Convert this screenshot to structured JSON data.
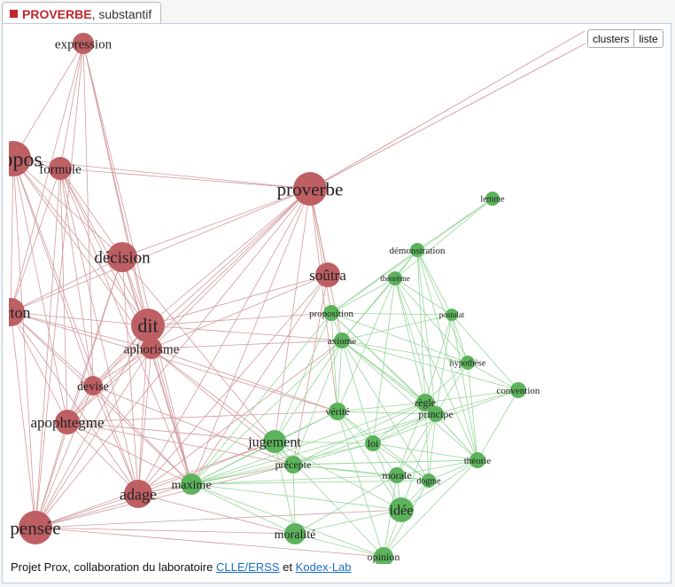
{
  "header": {
    "word": "PROVERBE",
    "category": ", substantif"
  },
  "view_switch": {
    "clusters": "clusters",
    "list": "liste"
  },
  "credit": {
    "prefix": "Projet Prox, collaboration du laboratoire",
    "link1": "CLLE/ERSS",
    "middle": "et",
    "link2": "Kodex·Lab"
  },
  "colors": {
    "red_node": "#bd5f63",
    "green_node": "#5cb35c",
    "red_edge": "#d29a9c",
    "green_edge": "#98d69a"
  },
  "graph": {
    "nodes": [
      {
        "id": "expression",
        "label": "expression",
        "group": "red"
      },
      {
        "id": "propos",
        "label": "propos",
        "group": "red"
      },
      {
        "id": "formule",
        "label": "formule",
        "group": "red"
      },
      {
        "id": "proverbe",
        "label": "proverbe",
        "group": "red"
      },
      {
        "id": "decision",
        "label": "décision",
        "group": "red"
      },
      {
        "id": "soutra",
        "label": "soûtra",
        "group": "red"
      },
      {
        "id": "dicton",
        "label": "dicton",
        "group": "red"
      },
      {
        "id": "dit",
        "label": "dit",
        "group": "red"
      },
      {
        "id": "aphorisme",
        "label": "aphorisme",
        "group": "red"
      },
      {
        "id": "devise",
        "label": "devise",
        "group": "red"
      },
      {
        "id": "apophtegme",
        "label": "apophtegme",
        "group": "red"
      },
      {
        "id": "adage",
        "label": "adage",
        "group": "red"
      },
      {
        "id": "pensee",
        "label": "pensée",
        "group": "red"
      },
      {
        "id": "lemme",
        "label": "lemme",
        "group": "green"
      },
      {
        "id": "demonstration",
        "label": "démonstration",
        "group": "green"
      },
      {
        "id": "theoreme",
        "label": "théorème",
        "group": "green"
      },
      {
        "id": "proposition",
        "label": "proposition",
        "group": "green"
      },
      {
        "id": "postulat",
        "label": "postulat",
        "group": "green"
      },
      {
        "id": "axiome",
        "label": "axiome",
        "group": "green"
      },
      {
        "id": "hypothese",
        "label": "hypothèse",
        "group": "green"
      },
      {
        "id": "convention",
        "label": "convention",
        "group": "green"
      },
      {
        "id": "regle",
        "label": "règle",
        "group": "green"
      },
      {
        "id": "principe",
        "label": "principe",
        "group": "green"
      },
      {
        "id": "verite",
        "label": "vérité",
        "group": "green"
      },
      {
        "id": "jugement",
        "label": "jugement",
        "group": "green"
      },
      {
        "id": "loi",
        "label": "loi",
        "group": "green"
      },
      {
        "id": "theorie",
        "label": "théorie",
        "group": "green"
      },
      {
        "id": "precepte",
        "label": "précepte",
        "group": "green"
      },
      {
        "id": "maxime",
        "label": "maxime",
        "group": "green"
      },
      {
        "id": "morale",
        "label": "morale",
        "group": "green"
      },
      {
        "id": "dogme",
        "label": "dogme",
        "group": "green"
      },
      {
        "id": "idee",
        "label": "idée",
        "group": "green"
      },
      {
        "id": "moralite",
        "label": "moralité",
        "group": "green"
      },
      {
        "id": "opinion",
        "label": "opinion",
        "group": "green"
      }
    ],
    "edges": [
      [
        "expression",
        "formule"
      ],
      [
        "expression",
        "propos"
      ],
      [
        "expression",
        "aphorisme"
      ],
      [
        "expression",
        "maxime"
      ],
      [
        "expression",
        "dit"
      ],
      [
        "expression",
        "devise"
      ],
      [
        "expression",
        "pensee"
      ],
      [
        "expression",
        "dicton"
      ],
      [
        "propos",
        "formule"
      ],
      [
        "propos",
        "proverbe"
      ],
      [
        "propos",
        "decision"
      ],
      [
        "propos",
        "dit"
      ],
      [
        "propos",
        "aphorisme"
      ],
      [
        "propos",
        "apophtegme"
      ],
      [
        "propos",
        "pensee"
      ],
      [
        "propos",
        "devise"
      ],
      [
        "propos",
        "adage"
      ],
      [
        "propos",
        "dicton"
      ],
      [
        "formule",
        "proverbe"
      ],
      [
        "formule",
        "aphorisme"
      ],
      [
        "formule",
        "maxime"
      ],
      [
        "formule",
        "dit"
      ],
      [
        "formule",
        "adage"
      ],
      [
        "formule",
        "apophtegme"
      ],
      [
        "formule",
        "devise"
      ],
      [
        "formule",
        "decision"
      ],
      [
        "formule",
        "pensee"
      ],
      [
        "formule",
        "dicton"
      ],
      [
        "proverbe",
        "dit"
      ],
      [
        "proverbe",
        "aphorisme"
      ],
      [
        "proverbe",
        "adage"
      ],
      [
        "proverbe",
        "maxime"
      ],
      [
        "proverbe",
        "soutra"
      ],
      [
        "proverbe",
        "devise"
      ],
      [
        "proverbe",
        "apophtegme"
      ],
      [
        "proverbe",
        "pensee"
      ],
      [
        "proverbe",
        "dicton"
      ],
      [
        "proverbe",
        "decision"
      ],
      [
        "proverbe",
        "axiome"
      ],
      [
        "proverbe",
        "proposition"
      ],
      [
        "proverbe",
        "verite"
      ],
      [
        "proverbe",
        "jugement"
      ],
      [
        "decision",
        "dit"
      ],
      [
        "decision",
        "aphorisme"
      ],
      [
        "decision",
        "adage"
      ],
      [
        "decision",
        "pensee"
      ],
      [
        "decision",
        "jugement"
      ],
      [
        "decision",
        "dicton"
      ],
      [
        "decision",
        "maxime"
      ],
      [
        "decision",
        "apophtegme"
      ],
      [
        "soutra",
        "aphorisme"
      ],
      [
        "soutra",
        "maxime"
      ],
      [
        "soutra",
        "dit"
      ],
      [
        "soutra",
        "adage"
      ],
      [
        "soutra",
        "precepte"
      ],
      [
        "dicton",
        "dit"
      ],
      [
        "dicton",
        "aphorisme"
      ],
      [
        "dicton",
        "devise"
      ],
      [
        "dicton",
        "apophtegme"
      ],
      [
        "dicton",
        "adage"
      ],
      [
        "dicton",
        "maxime"
      ],
      [
        "dicton",
        "pensee"
      ],
      [
        "dicton",
        "verite"
      ],
      [
        "dit",
        "aphorisme"
      ],
      [
        "dit",
        "adage"
      ],
      [
        "dit",
        "apophtegme"
      ],
      [
        "dit",
        "devise"
      ],
      [
        "dit",
        "pensee"
      ],
      [
        "dit",
        "maxime"
      ],
      [
        "dit",
        "proposition"
      ],
      [
        "dit",
        "axiome"
      ],
      [
        "aphorisme",
        "devise"
      ],
      [
        "aphorisme",
        "apophtegme"
      ],
      [
        "aphorisme",
        "adage"
      ],
      [
        "aphorisme",
        "maxime"
      ],
      [
        "aphorisme",
        "pensee"
      ],
      [
        "aphorisme",
        "axiome"
      ],
      [
        "aphorisme",
        "precepte"
      ],
      [
        "aphorisme",
        "verite"
      ],
      [
        "aphorisme",
        "jugement"
      ],
      [
        "devise",
        "apophtegme"
      ],
      [
        "devise",
        "adage"
      ],
      [
        "devise",
        "maxime"
      ],
      [
        "devise",
        "pensee"
      ],
      [
        "devise",
        "precepte"
      ],
      [
        "apophtegme",
        "adage"
      ],
      [
        "apophtegme",
        "maxime"
      ],
      [
        "apophtegme",
        "pensee"
      ],
      [
        "apophtegme",
        "jugement"
      ],
      [
        "apophtegme",
        "verite"
      ],
      [
        "apophtegme",
        "precepte"
      ],
      [
        "adage",
        "maxime"
      ],
      [
        "adage",
        "pensee"
      ],
      [
        "adage",
        "precepte"
      ],
      [
        "adage",
        "axiome"
      ],
      [
        "adage",
        "jugement"
      ],
      [
        "adage",
        "moralite"
      ],
      [
        "pensee",
        "maxime"
      ],
      [
        "pensee",
        "jugement"
      ],
      [
        "pensee",
        "idee"
      ],
      [
        "pensee",
        "moralite"
      ],
      [
        "pensee",
        "opinion"
      ],
      [
        "pensee",
        "precepte"
      ],
      [
        "lemme",
        "demonstration"
      ],
      [
        "lemme",
        "theoreme"
      ],
      [
        "lemme",
        "proposition"
      ],
      [
        "demonstration",
        "theoreme"
      ],
      [
        "demonstration",
        "postulat"
      ],
      [
        "demonstration",
        "axiome"
      ],
      [
        "demonstration",
        "proposition"
      ],
      [
        "demonstration",
        "principe"
      ],
      [
        "demonstration",
        "hypothese"
      ],
      [
        "demonstration",
        "theorie"
      ],
      [
        "demonstration",
        "regle"
      ],
      [
        "theoreme",
        "proposition"
      ],
      [
        "theoreme",
        "axiome"
      ],
      [
        "theoreme",
        "postulat"
      ],
      [
        "theoreme",
        "principe"
      ],
      [
        "theoreme",
        "regle"
      ],
      [
        "theoreme",
        "verite"
      ],
      [
        "theoreme",
        "loi"
      ],
      [
        "theoreme",
        "theorie"
      ],
      [
        "theoreme",
        "hypothese"
      ],
      [
        "proposition",
        "axiome"
      ],
      [
        "proposition",
        "postulat"
      ],
      [
        "proposition",
        "verite"
      ],
      [
        "proposition",
        "jugement"
      ],
      [
        "proposition",
        "principe"
      ],
      [
        "proposition",
        "hypothese"
      ],
      [
        "proposition",
        "maxime"
      ],
      [
        "proposition",
        "regle"
      ],
      [
        "postulat",
        "axiome"
      ],
      [
        "postulat",
        "hypothese"
      ],
      [
        "postulat",
        "principe"
      ],
      [
        "postulat",
        "convention"
      ],
      [
        "postulat",
        "regle"
      ],
      [
        "postulat",
        "theorie"
      ],
      [
        "axiome",
        "hypothese"
      ],
      [
        "axiome",
        "principe"
      ],
      [
        "axiome",
        "regle"
      ],
      [
        "axiome",
        "verite"
      ],
      [
        "axiome",
        "loi"
      ],
      [
        "axiome",
        "maxime"
      ],
      [
        "axiome",
        "precepte"
      ],
      [
        "axiome",
        "jugement"
      ],
      [
        "axiome",
        "theorie"
      ],
      [
        "axiome",
        "dogme"
      ],
      [
        "axiome",
        "convention"
      ],
      [
        "hypothese",
        "convention"
      ],
      [
        "hypothese",
        "principe"
      ],
      [
        "hypothese",
        "theorie"
      ],
      [
        "hypothese",
        "regle"
      ],
      [
        "convention",
        "regle"
      ],
      [
        "convention",
        "principe"
      ],
      [
        "convention",
        "theorie"
      ],
      [
        "convention",
        "loi"
      ],
      [
        "regle",
        "principe"
      ],
      [
        "regle",
        "loi"
      ],
      [
        "regle",
        "theorie"
      ],
      [
        "regle",
        "maxime"
      ],
      [
        "regle",
        "precepte"
      ],
      [
        "regle",
        "dogme"
      ],
      [
        "regle",
        "morale"
      ],
      [
        "regle",
        "verite"
      ],
      [
        "principe",
        "loi"
      ],
      [
        "principe",
        "theorie"
      ],
      [
        "principe",
        "maxime"
      ],
      [
        "principe",
        "dogme"
      ],
      [
        "principe",
        "idee"
      ],
      [
        "principe",
        "morale"
      ],
      [
        "principe",
        "verite"
      ],
      [
        "principe",
        "precepte"
      ],
      [
        "verite",
        "jugement"
      ],
      [
        "verite",
        "loi"
      ],
      [
        "verite",
        "maxime"
      ],
      [
        "verite",
        "idee"
      ],
      [
        "verite",
        "dogme"
      ],
      [
        "verite",
        "principe"
      ],
      [
        "verite",
        "opinion"
      ],
      [
        "jugement",
        "maxime"
      ],
      [
        "jugement",
        "precepte"
      ],
      [
        "jugement",
        "opinion"
      ],
      [
        "jugement",
        "idee"
      ],
      [
        "jugement",
        "moralite"
      ],
      [
        "jugement",
        "loi"
      ],
      [
        "loi",
        "theorie"
      ],
      [
        "loi",
        "maxime"
      ],
      [
        "loi",
        "precepte"
      ],
      [
        "loi",
        "dogme"
      ],
      [
        "loi",
        "morale"
      ],
      [
        "loi",
        "idee"
      ],
      [
        "theorie",
        "dogme"
      ],
      [
        "theorie",
        "idee"
      ],
      [
        "theorie",
        "morale"
      ],
      [
        "theorie",
        "opinion"
      ],
      [
        "theorie",
        "precepte"
      ],
      [
        "precepte",
        "maxime"
      ],
      [
        "precepte",
        "morale"
      ],
      [
        "precepte",
        "dogme"
      ],
      [
        "precepte",
        "moralite"
      ],
      [
        "precepte",
        "theorie"
      ],
      [
        "maxime",
        "morale"
      ],
      [
        "maxime",
        "moralite"
      ],
      [
        "maxime",
        "dogme"
      ],
      [
        "maxime",
        "idee"
      ],
      [
        "maxime",
        "opinion"
      ],
      [
        "morale",
        "dogme"
      ],
      [
        "morale",
        "idee"
      ],
      [
        "morale",
        "moralite"
      ],
      [
        "morale",
        "opinion"
      ],
      [
        "dogme",
        "idee"
      ],
      [
        "dogme",
        "opinion"
      ],
      [
        "idee",
        "opinion"
      ],
      [
        "idee",
        "moralite"
      ],
      [
        "moralite",
        "opinion"
      ]
    ]
  }
}
